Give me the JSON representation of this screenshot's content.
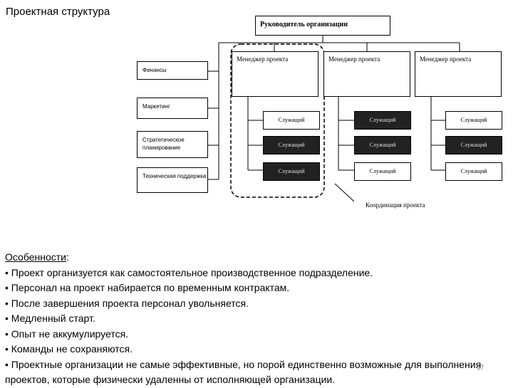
{
  "title": "Проектная структура",
  "diagram": {
    "top": "Руководитель организации",
    "managers": [
      "Менеджер проекта",
      "Менеджер проекта",
      "Менеджер проекта"
    ],
    "departments": [
      "Финансы",
      "Маркетинг",
      "Стратегическое планирование",
      "Техническая поддержка"
    ],
    "employee": "Служащий",
    "coordination": "Координация проекта"
  },
  "features": {
    "heading": "Особенности",
    "heading_suffix": ":",
    "items": [
      "• Проект организуется как самостоятельное производственное подразделение.",
      "• Персонал на проект набирается по временным контрактам.",
      "• После завершения проекта персонал увольняется.",
      "• Медленный старт.",
      "• Опыт не аккумулируется.",
      "• Команды не сохраняются.",
      "• Проектные организации не самые эффективные, но порой единственно возможные для выполнения проектов, которые физически удаленны от исполняющей организации."
    ]
  },
  "page_number": "17"
}
